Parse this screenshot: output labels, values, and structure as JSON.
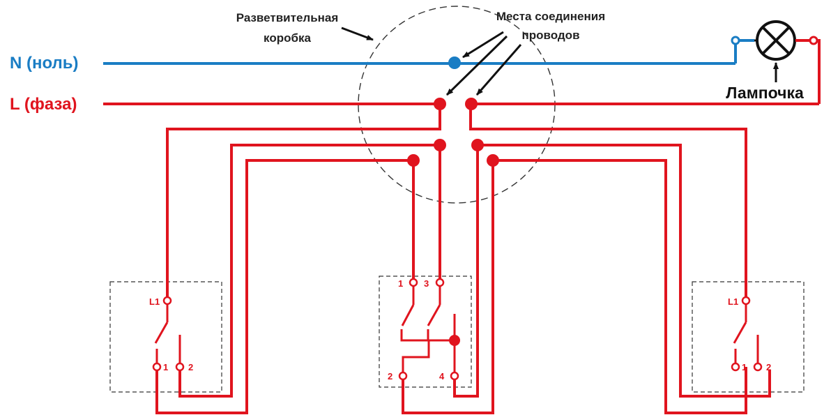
{
  "labels": {
    "neutral": "N (ноль)",
    "phase": "L (фаза)",
    "junction_box_line1": "Разветвительная",
    "junction_box_line2": "коробка",
    "connections_line1": "Места соединения",
    "connections_line2": "проводов",
    "lamp": "Лампочка"
  },
  "switch_left": {
    "common": "L1",
    "t1": "1",
    "t2": "2"
  },
  "switch_middle": {
    "t1": "1",
    "t3": "3",
    "t2": "2",
    "t4": "4"
  },
  "switch_right": {
    "common": "L1",
    "t1": "1",
    "t2": "2"
  },
  "colors": {
    "neutral": "#1a7dc4",
    "phase": "#e0141e",
    "text_dark": "#222222"
  }
}
